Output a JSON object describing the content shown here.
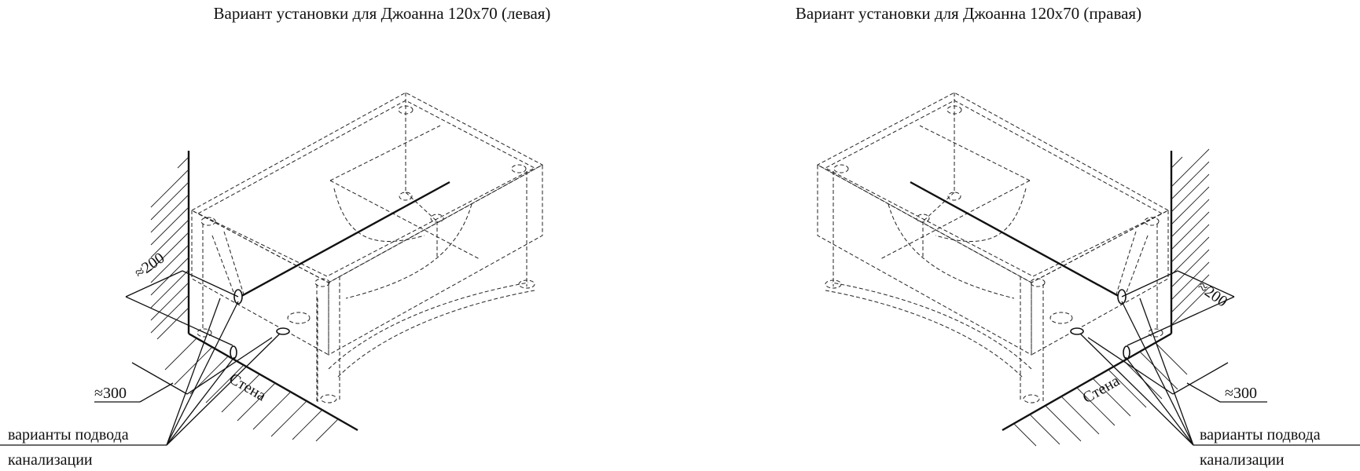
{
  "diagrams": [
    {
      "title": "Вариант установки для Джоанна 120х70 (левая)",
      "dim_short": "≈200",
      "dim_long": "≈300",
      "wall_label": "Стена",
      "callout_line1": "варианты подвода",
      "callout_line2": "канализации"
    },
    {
      "title": "Вариант установки для Джоанна 120х70 (правая)",
      "dim_short": "≈200",
      "dim_long": "≈300",
      "wall_label": "Стена",
      "callout_line1": "варианты подвода",
      "callout_line2": "канализации"
    }
  ]
}
